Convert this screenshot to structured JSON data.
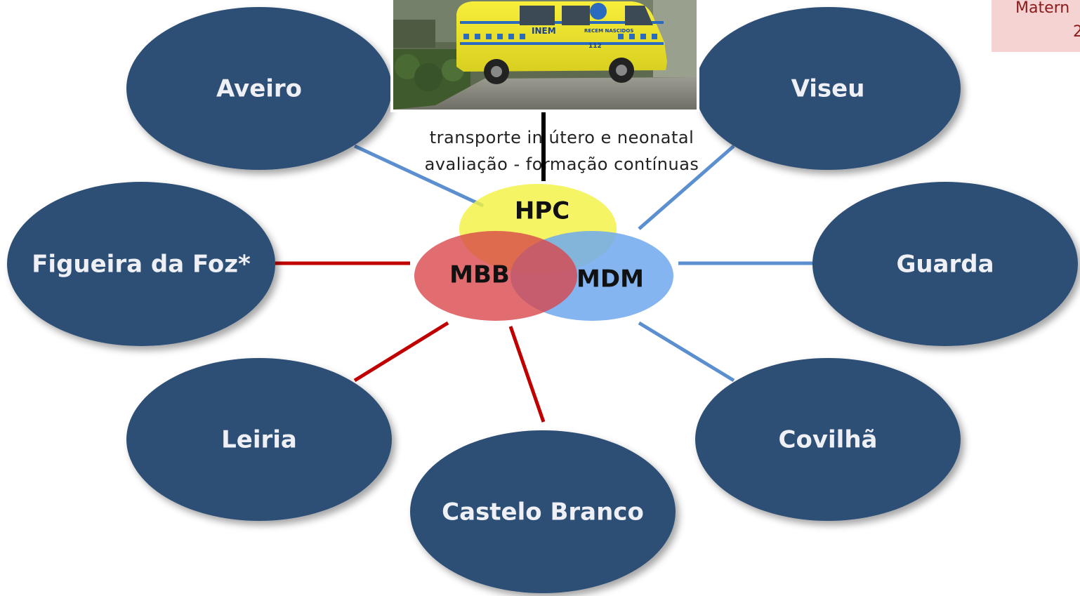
{
  "nodes": {
    "aveiro": "Aveiro",
    "viseu": "Viseu",
    "figueira": "Figueira da Foz*",
    "guarda": "Guarda",
    "leiria": "Leiria",
    "covilha": "Covilhã",
    "castelo": "Castelo Branco"
  },
  "hubs": {
    "hpc": "HPC",
    "mbb": "MBB",
    "mdm": "MDM"
  },
  "caption": {
    "line1": "transporte in útero e neonatal",
    "line2": "avaliação - formação contínuas"
  },
  "corner": {
    "line1": "Matern",
    "line2": "2"
  },
  "ambulance": {
    "brand": "INEM",
    "service": "RECEM NASCIDOS",
    "phone": "112"
  },
  "colors": {
    "city_fill": "#2f5075",
    "link_blue": "#5b8fd0",
    "link_red": "#c00000",
    "hpc_fill": "#f2f243",
    "mbb_fill": "#e0575a",
    "mdm_fill": "#6fa8ee",
    "corner_bg": "#f6d3d3"
  }
}
